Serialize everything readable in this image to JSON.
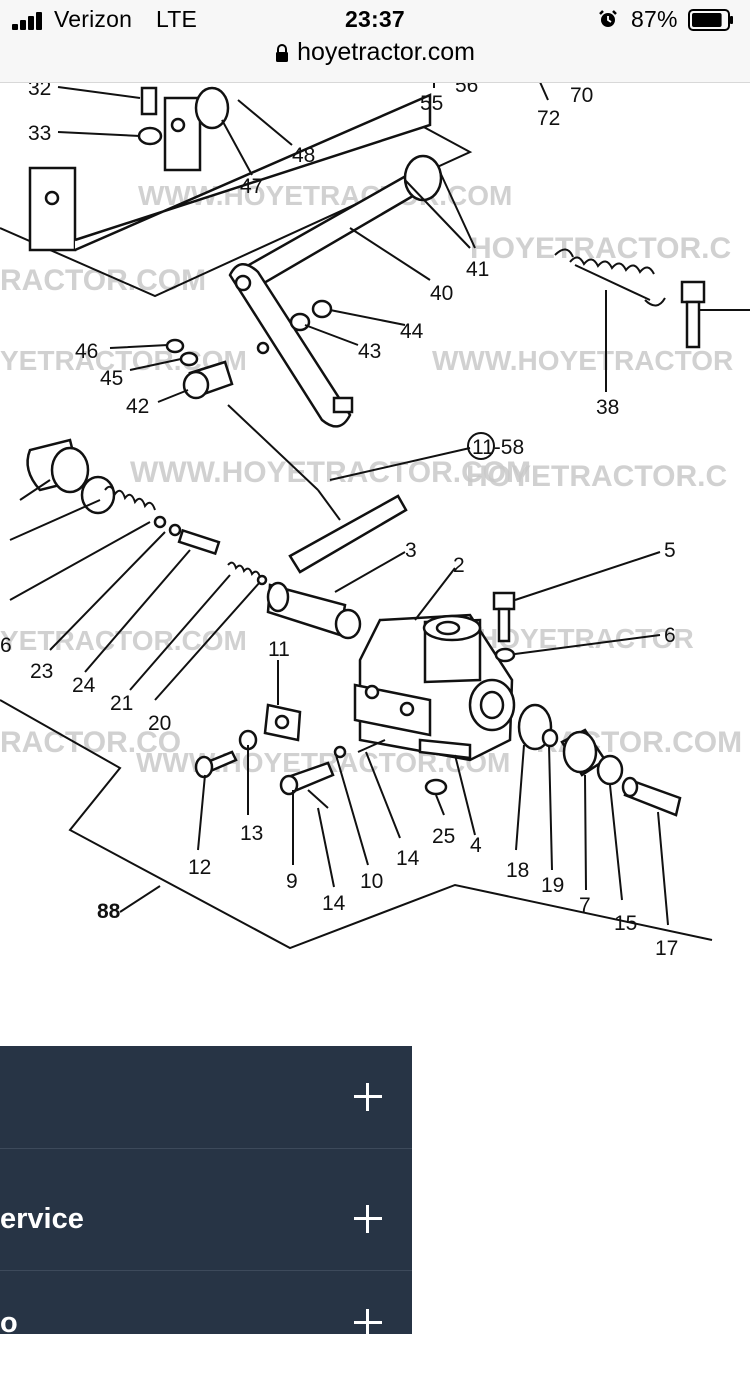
{
  "status_bar": {
    "carrier": "Verizon",
    "network": "LTE",
    "time": "23:37",
    "battery_percent": "87%",
    "battery_level": 0.87,
    "icons": [
      "signal-icon",
      "alarm-icon",
      "battery-icon"
    ]
  },
  "browser": {
    "url": "hoyetractor.com",
    "icons": [
      "lock-icon"
    ]
  },
  "diagram": {
    "watermarks": {
      "site": "WWW.HOYETRACTOR.COM",
      "brand": "HOYETRACTOR.COM",
      "brand_cut": "HOYETRACTOR.C",
      "tractor_cut": "RACTOR.COM",
      "www_cut": "YETRACTOR.COM",
      "www_right": "WWW.HOYETRACTOR",
      "right_cut": "HOYETRACTOR",
      "left_cut": "RACTOR.CO"
    },
    "part_numbers": {
      "p32": "32",
      "p33": "33",
      "p47": "47",
      "p48": "48",
      "p55": "55",
      "p56": "56",
      "p70": "70",
      "p72": "72",
      "p41": "41",
      "p40": "40",
      "p44": "44",
      "p43": "43",
      "p46": "46",
      "p45": "45",
      "p42": "42",
      "p38": "38",
      "p58": "11-58",
      "p3": "3",
      "p2": "2",
      "p5": "5",
      "p6": "6",
      "p6l": "6",
      "p23": "23",
      "p24": "24",
      "p21": "21",
      "p20": "20",
      "p11": "11",
      "p12": "12",
      "p13": "13",
      "p9": "9",
      "p10": "10",
      "p14a": "14",
      "p14b": "14",
      "p25": "25",
      "p4": "4",
      "p18": "18",
      "p19": "19",
      "p7": "7",
      "p15": "15",
      "p17": "17",
      "p88": "88"
    }
  },
  "menu": {
    "items": [
      {
        "label": "",
        "icon": "plus-icon"
      },
      {
        "label": "ervice",
        "icon": "plus-icon"
      },
      {
        "label": "o",
        "icon": "plus-icon"
      }
    ]
  }
}
